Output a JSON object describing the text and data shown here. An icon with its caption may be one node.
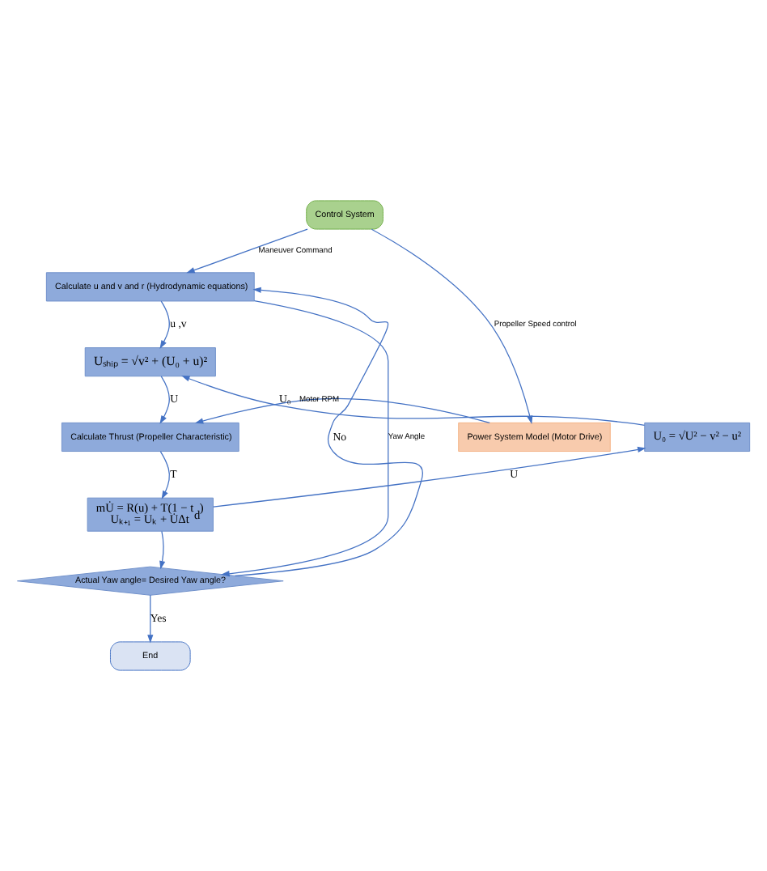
{
  "diagram": {
    "nodes": [
      {
        "text": [
          "Control System"
        ]
      },
      {
        "text": [
          "Calculate u and v and r (Hydrodynamic equations)"
        ]
      },
      {
        "text": [
          "Uₛₕᵢₚ = √v² + (U₀ + u)²"
        ]
      },
      {
        "text": [
          "Power System Model (Motor Drive)"
        ]
      },
      {
        "text": [
          "Calculate Thrust (Propeller Characteristic)"
        ]
      },
      {
        "text": [
          "U₀ = √U² − v² − u²"
        ]
      },
      {
        "text": [
          "mU̇ = R(u) + T(1 − t$_{d}$)",
          "Uₖ₊₁ = Uₖ + U̇Δt"
        ]
      },
      {
        "text": [
          "Actual Yaw angle= Desired Yaw angle?"
        ]
      },
      {
        "text": [
          "End"
        ]
      }
    ],
    "edges": [
      {
        "from": 0,
        "to": 1,
        "arrow": "to",
        "label": "Maneuver Command"
      },
      {
        "from": 0,
        "to": 3,
        "arrow": "to",
        "label": "Propeller Speed control"
      },
      {
        "from": 1,
        "to": 2,
        "arrow": "to",
        "label": "u ,v"
      },
      {
        "from": 2,
        "to": 4,
        "arrow": "to",
        "label": "U"
      },
      {
        "from": 3,
        "to": 4,
        "arrow": "to",
        "label": "Motor RPM"
      },
      {
        "from": 4,
        "to": 6,
        "arrow": "to",
        "label": "T"
      },
      {
        "from": 6,
        "to": 5,
        "arrow": "to",
        "label": "U"
      },
      {
        "from": 5,
        "to": 2,
        "arrow": "to",
        "label": "U₀"
      },
      {
        "from": 6,
        "to": 7,
        "arrow": "to"
      },
      {
        "from": 1,
        "to": 7,
        "arrow": "to",
        "label": "Yaw Angle"
      },
      {
        "from": 7,
        "to": 1,
        "arrow": "to",
        "label": "No"
      },
      {
        "from": 7,
        "to": 8,
        "arrow": "to",
        "label": "Yes"
      }
    ]
  }
}
